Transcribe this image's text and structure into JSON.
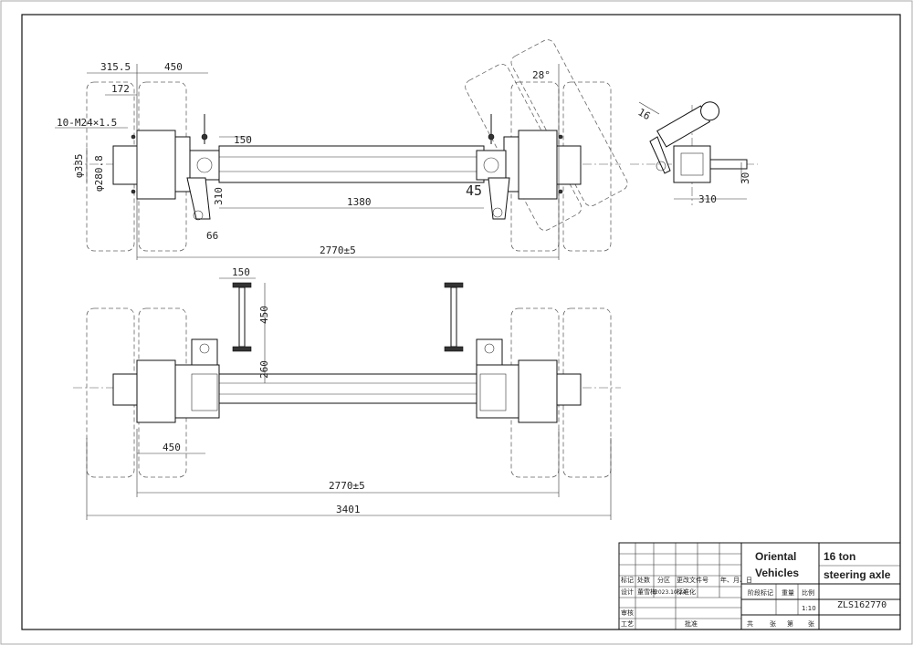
{
  "dimensions": {
    "d315": "315.5",
    "d450a": "450",
    "d172": "172",
    "thread": "10-M24×1.5",
    "d335": "φ335",
    "d280": "φ280.8",
    "d150a": "150",
    "d310a": "310",
    "d66": "66",
    "d1380": "1380",
    "d45": "45",
    "d2770a": "2770±5",
    "d28": "28°",
    "d16": "16",
    "d310b": "310",
    "d30": "30",
    "d150b": "150",
    "d450b": "450",
    "d260": "260",
    "d450c": "450",
    "d2770b": "2770±5",
    "d3401": "3401"
  },
  "title_block": {
    "company_line1": "Oriental",
    "company_line2": "Vehicles",
    "product_line1": "16 ton",
    "product_line2": "steering axle",
    "drawing_no": "ZLS162770",
    "scale": "1:10",
    "label_mark": "标记",
    "label_count": "处数",
    "label_zone": "分区",
    "label_change_doc": "更改文件号",
    "label_date": "年、月、日",
    "label_design": "设计",
    "designer": "董雪梅",
    "design_date": "2023.10.24",
    "label_standard": "标准化",
    "label_review": "审核",
    "label_process": "工艺",
    "label_approve": "批准",
    "label_stage": "阶段标记",
    "label_weight": "重量",
    "label_ratio": "比例",
    "label_total": "共",
    "label_sheet": "张",
    "label_page": "第",
    "label_sheet2": "张"
  }
}
